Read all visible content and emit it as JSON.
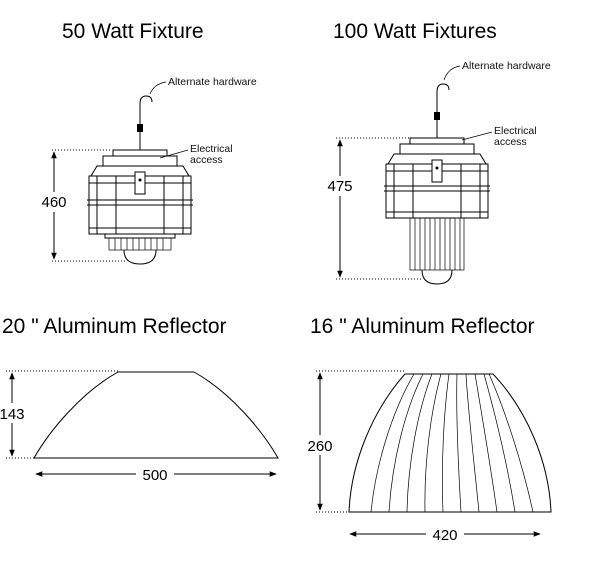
{
  "panels": {
    "fixture_50": {
      "title": "50 Watt Fixture",
      "callout_hardware": "Alternate hardware",
      "callout_access_1": "Electrical",
      "callout_access_2": "access",
      "dimension": "460"
    },
    "fixture_100": {
      "title": "100 Watt Fixtures",
      "callout_hardware": "Alternate hardware",
      "callout_access_1": "Electrical",
      "callout_access_2": "access",
      "dimension": "475"
    },
    "reflector_20": {
      "title": "20 \"  Aluminum Reflector",
      "height_dimension": "143",
      "width_dimension": "500"
    },
    "reflector_16": {
      "title": "16 \"  Aluminum Reflector",
      "height_dimension": "260",
      "width_dimension": "420"
    }
  }
}
